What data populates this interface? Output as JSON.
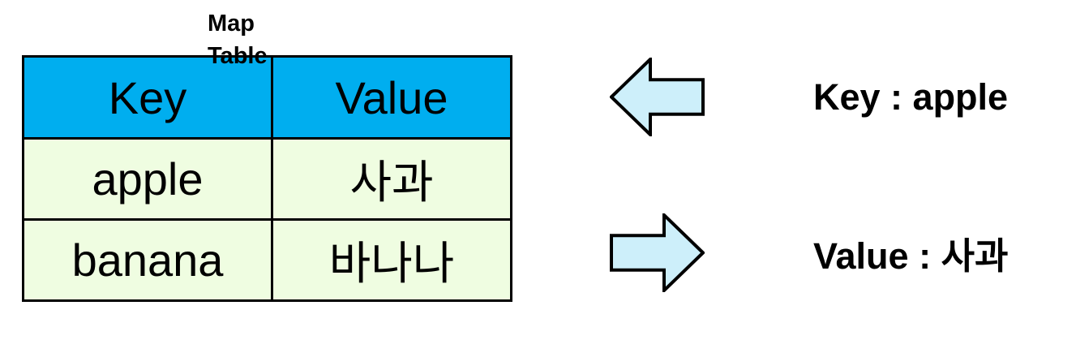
{
  "diagram": {
    "label": {
      "line1": "Map",
      "line2": "Table"
    },
    "table": {
      "headers": [
        "Key",
        "Value"
      ],
      "rows": [
        [
          "apple",
          "사과"
        ],
        [
          "banana",
          "바나나"
        ]
      ]
    },
    "annotations": {
      "key": "Key : apple",
      "value": "Value : 사과"
    },
    "icons": {
      "left_arrow": "left-block-arrow-icon",
      "right_arrow": "right-block-arrow-icon"
    },
    "colors": {
      "header_bg": "#00AEEF",
      "row_bg": "#EFFDE1",
      "arrow_fill": "#CDEFFA",
      "border": "#000000",
      "text": "#000000",
      "background": "#FFFFFF"
    }
  }
}
